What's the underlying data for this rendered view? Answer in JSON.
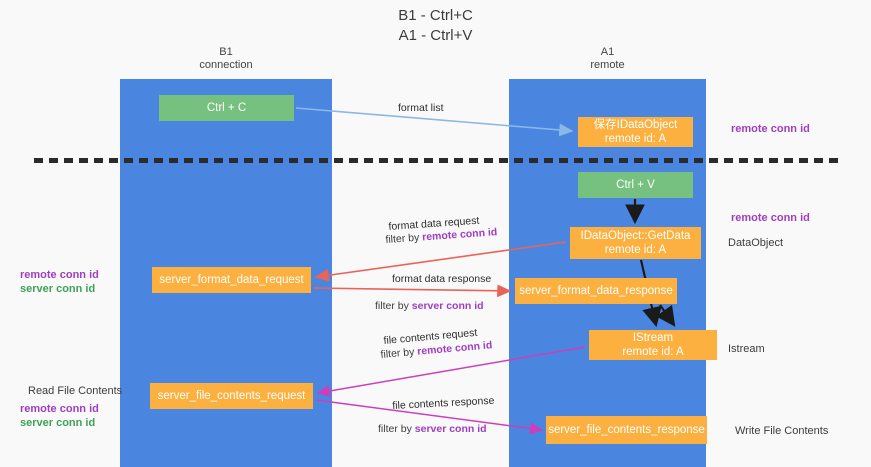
{
  "title": {
    "line1": "B1 - Ctrl+C",
    "line2": "A1 - Ctrl+V"
  },
  "lanes": [
    {
      "id": "b1",
      "name": "B1",
      "role": "connection"
    },
    {
      "id": "a1",
      "name": "A1",
      "role": "remote"
    }
  ],
  "nodes": {
    "ctrl_c": {
      "label": "Ctrl + C",
      "color": "#77c180"
    },
    "save_dataobject": {
      "line1": "保存IDataObject",
      "line2": "remote id: A",
      "color": "#fbb040"
    },
    "ctrl_v": {
      "label": "Ctrl + V",
      "color": "#77c180"
    },
    "getdata": {
      "line1": "IDataObject::GetData",
      "line2": "remote id: A",
      "color": "#fbb040"
    },
    "server_format_data_request": {
      "label": "server_format_data_request",
      "color": "#fbb040"
    },
    "server_format_data_response": {
      "label": "server_format_data_response",
      "color": "#fbb040"
    },
    "istream": {
      "line1": "IStream",
      "line2": "remote id: A",
      "color": "#fbb040"
    },
    "server_file_contents_request": {
      "label": "server_file_contents_request",
      "color": "#fbb040"
    },
    "server_file_contents_response": {
      "label": "server_file_contents_response",
      "color": "#fbb040"
    }
  },
  "edge_labels": {
    "format_list": "format list",
    "format_data_request": "format data request",
    "format_data_request_filter_prefix": "filter by ",
    "format_data_request_filter_key": "remote conn id",
    "format_data_response": "format data response",
    "format_data_response_filter_prefix": "filter by ",
    "format_data_response_filter_key": "server conn id",
    "file_contents_request": "file contents request",
    "file_contents_request_filter_prefix": "filter by ",
    "file_contents_request_filter_key": "remote conn id",
    "file_contents_response": "file contents response",
    "file_contents_response_filter_prefix": "filter by ",
    "file_contents_response_filter_key": "server conn id"
  },
  "annotations": {
    "right_remote_conn_id_top": "remote conn id",
    "right_remote_conn_id_mid": "remote conn id",
    "right_dataobject": "DataObject",
    "right_istream": "Istream",
    "right_write_file_contents": "Write File Contents",
    "left_remote_conn_id_mid": "remote conn id",
    "left_server_conn_id_mid": "server conn id",
    "left_read_file_contents": "Read File Contents",
    "left_remote_conn_id_bot": "remote conn id",
    "left_server_conn_id_bot": "server conn id"
  },
  "colors": {
    "lane": "#4a86e0",
    "green_node": "#77c180",
    "orange_node": "#fbb040",
    "purple_key": "#a03ec0",
    "green_key": "#3fa15a",
    "arrow_blue": "#8ab6e8",
    "arrow_red": "#e8645a",
    "arrow_magenta": "#cc3fbb",
    "arrow_black": "#1a1a1a",
    "divider": "#2b2b2b",
    "background": "#f9f9f9"
  }
}
